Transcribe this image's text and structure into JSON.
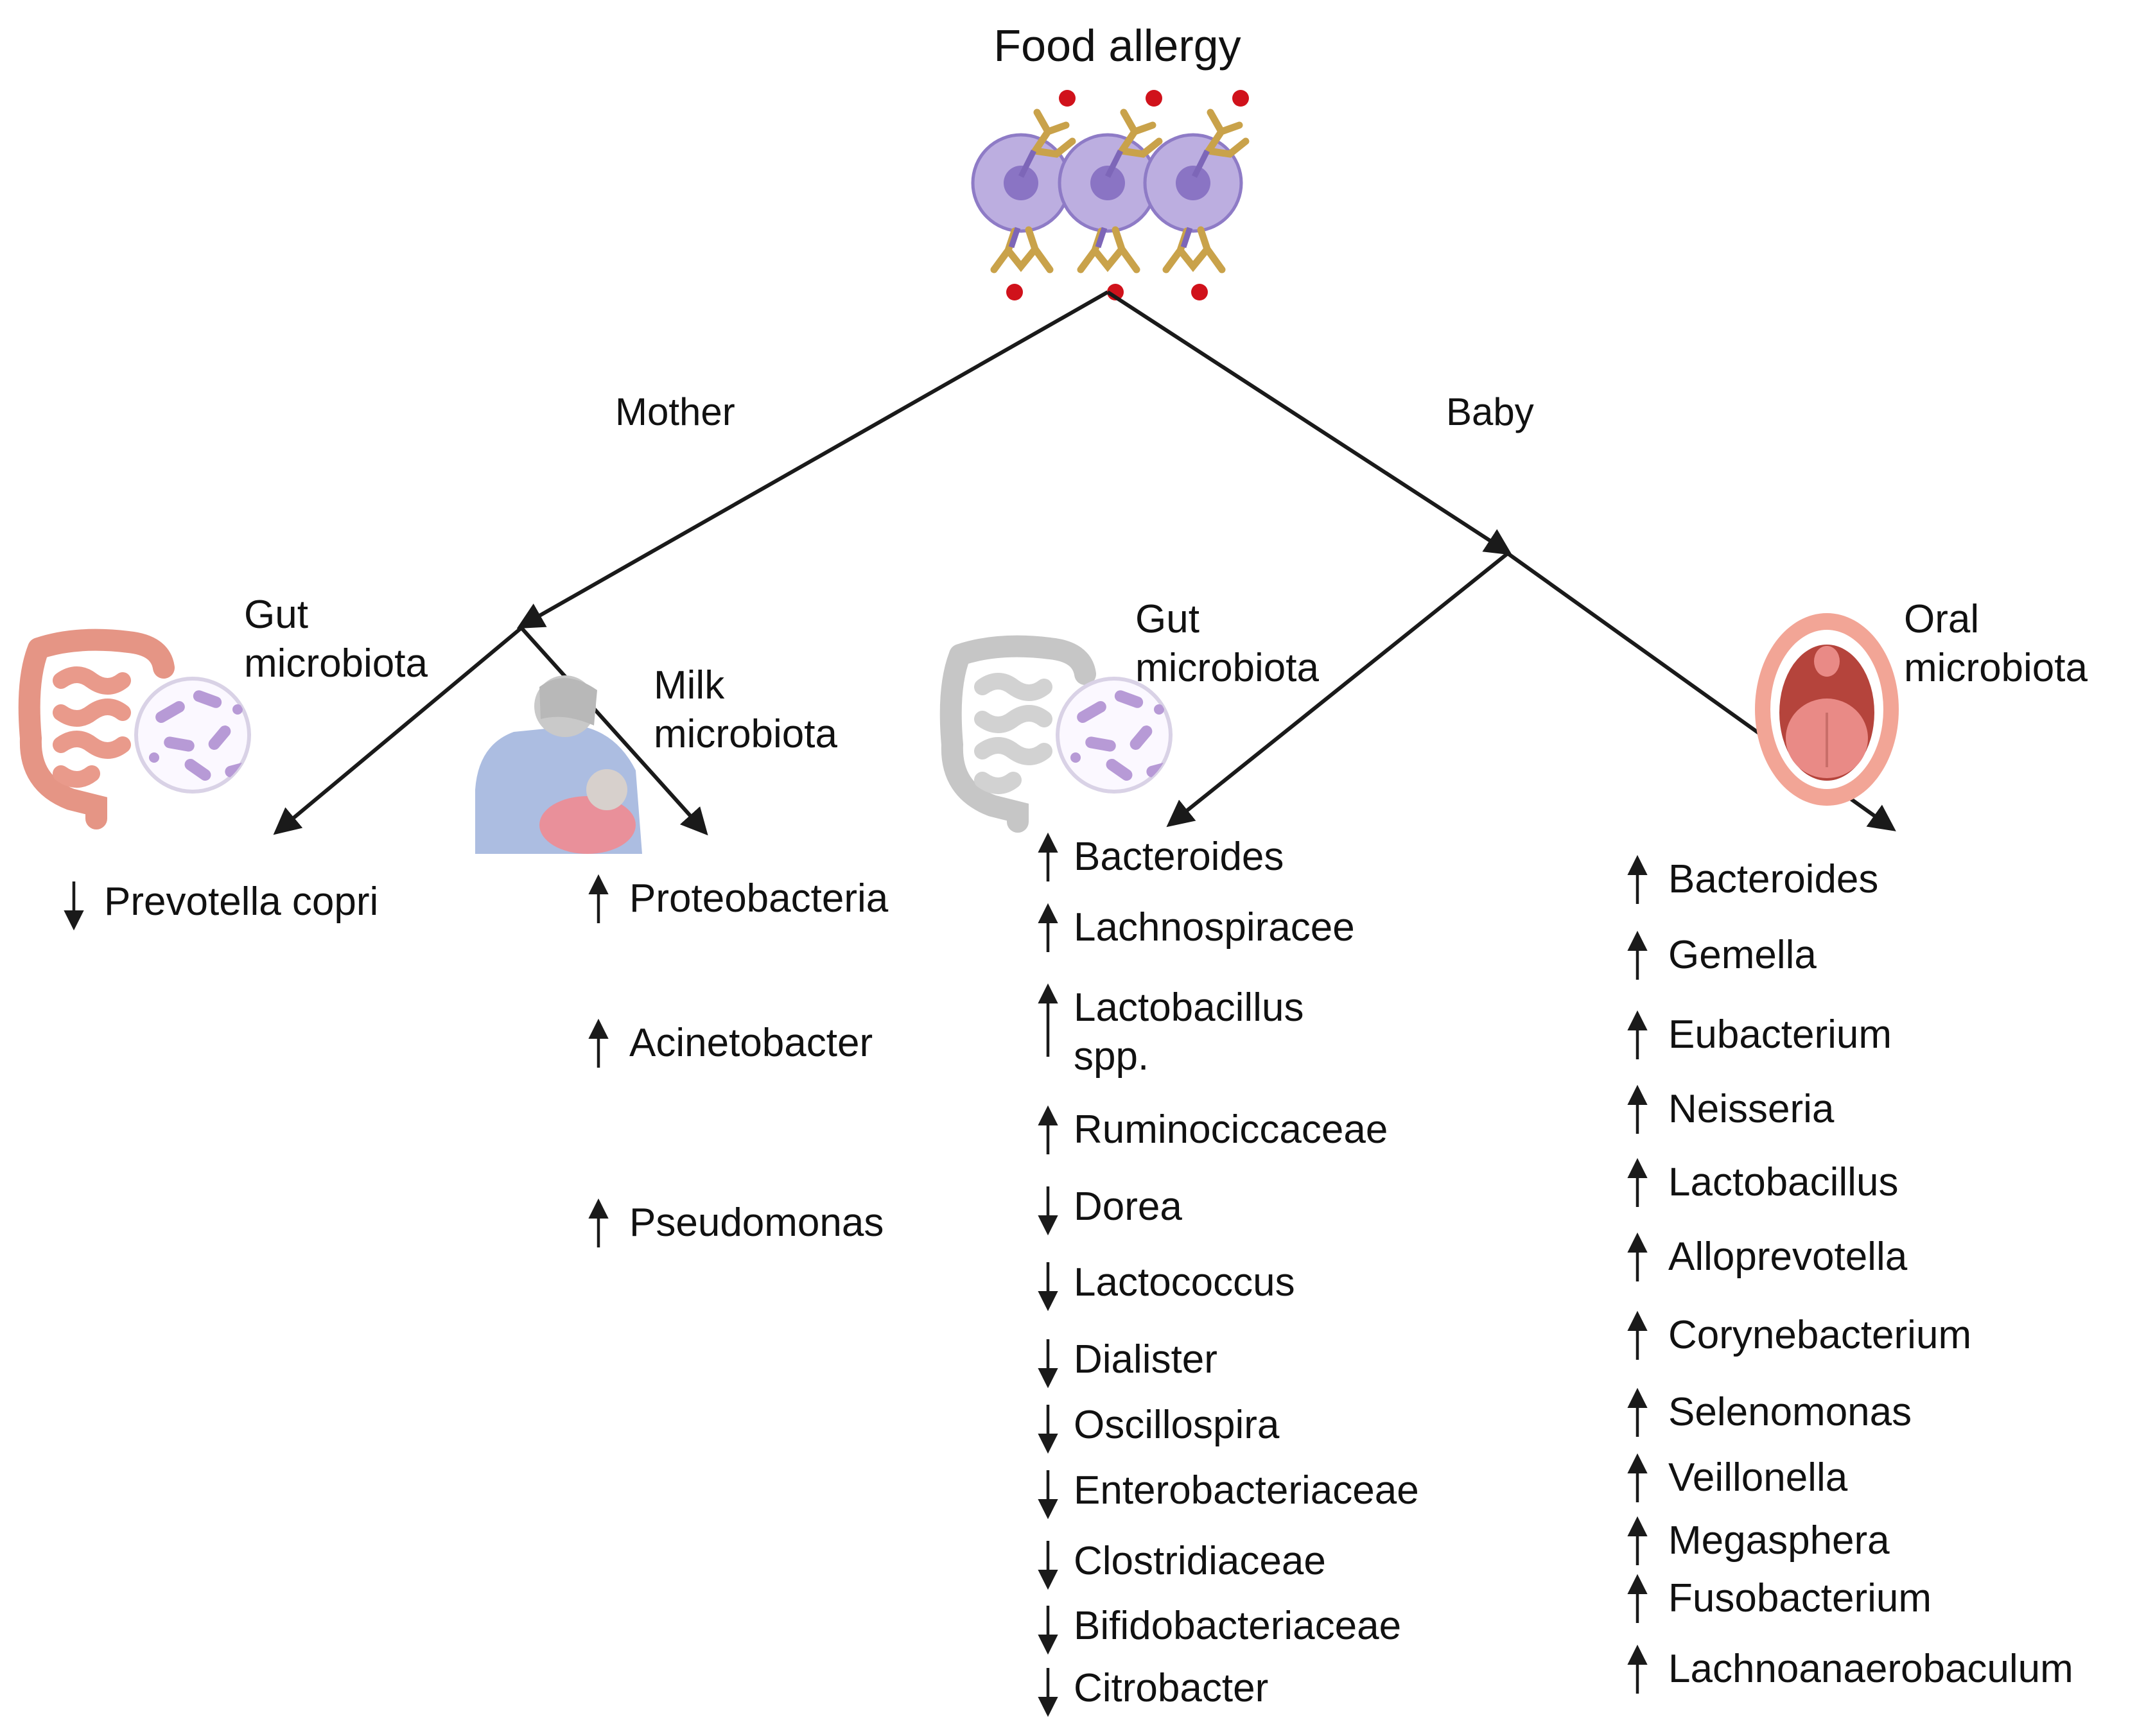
{
  "title": "Food allergy",
  "branches": {
    "mother": "Mother",
    "baby": "Baby"
  },
  "groups": {
    "mother_gut": {
      "heading": [
        "Gut",
        "microbiota"
      ],
      "items": [
        {
          "name": "Prevotella copri",
          "direction": "down"
        }
      ]
    },
    "mother_milk": {
      "heading": [
        "Milk",
        "microbiota"
      ],
      "items": [
        {
          "name": "Proteobacteria",
          "direction": "up"
        },
        {
          "name": "Acinetobacter",
          "direction": "up"
        },
        {
          "name": "Pseudomonas",
          "direction": "up"
        }
      ]
    },
    "baby_gut": {
      "heading": [
        "Gut",
        "microbiota"
      ],
      "items": [
        {
          "name": "Bacteroides",
          "direction": "up"
        },
        {
          "name": "Lachnospiracee",
          "direction": "up"
        },
        {
          "name": "Lactobacillus",
          "name2": "spp.",
          "direction": "up"
        },
        {
          "name": "Ruminociccaceae",
          "direction": "up"
        },
        {
          "name": "Dorea",
          "direction": "down"
        },
        {
          "name": "Lactococcus",
          "direction": "down"
        },
        {
          "name": "Dialister",
          "direction": "down"
        },
        {
          "name": "Oscillospira",
          "direction": "down"
        },
        {
          "name": "Enterobacteriaceae",
          "direction": "down"
        },
        {
          "name": "Clostridiaceae",
          "direction": "down"
        },
        {
          "name": "Bifidobacteriaceae",
          "direction": "down"
        },
        {
          "name": "Citrobacter",
          "direction": "down"
        }
      ]
    },
    "baby_oral": {
      "heading": [
        "Oral",
        "microbiota"
      ],
      "items": [
        {
          "name": "Bacteroides",
          "direction": "up"
        },
        {
          "name": "Gemella",
          "direction": "up"
        },
        {
          "name": "Eubacterium",
          "direction": "up"
        },
        {
          "name": "Neisseria",
          "direction": "up"
        },
        {
          "name": "Lactobacillus",
          "direction": "up"
        },
        {
          "name": "Alloprevotella",
          "direction": "up"
        },
        {
          "name": "Corynebacterium",
          "direction": "up"
        },
        {
          "name": "Selenomonas",
          "direction": "up"
        },
        {
          "name": "Veillonella",
          "direction": "up"
        },
        {
          "name": "Megasphera",
          "direction": "up"
        },
        {
          "name": "Fusobacterium",
          "direction": "up"
        },
        {
          "name": "Lachnoanaerobaculum",
          "direction": "up"
        }
      ]
    }
  },
  "illustrations": {
    "cells": "mast-cells-ige",
    "mother_gut": "intestine-bacteria-icon",
    "mother_milk": "breastfeeding-mother-icon",
    "baby_gut": "intestine-bacteria-icon",
    "baby_oral": "open-mouth-icon"
  },
  "colors": {
    "line": "#1a1a1a",
    "cell": "#b8a7dd",
    "cell_nucleus": "#8f7cc8",
    "antibody": "#c9a24a",
    "antigen": "#d0121b",
    "intestine": "#e8998c",
    "intestine_grey": "#c9c9c9",
    "bacteria": "#b79ad6",
    "mouth": "#e9897c",
    "mother_dress": "#8ea6d3"
  }
}
